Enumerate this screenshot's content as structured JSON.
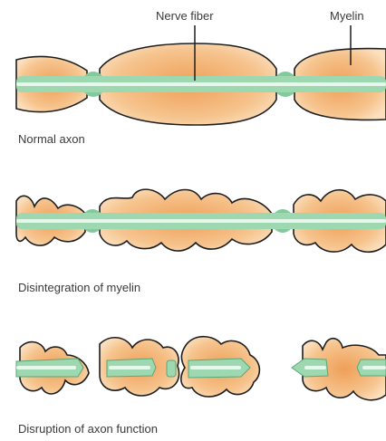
{
  "labels": {
    "nerve_fiber": "Nerve fiber",
    "myelin": "Myelin"
  },
  "panels": [
    {
      "caption": "Normal axon"
    },
    {
      "caption": "Disintegration of myelin"
    },
    {
      "caption": "Disruption of axon function"
    }
  ],
  "colors": {
    "myelin_fill": "#f6c48e",
    "myelin_inner": "#f0a964",
    "myelin_stroke": "#1e1e1e",
    "axon_fill": "#9ed8b1",
    "axon_highlight": "#e7f7ec",
    "axon_node": "#82c99c"
  }
}
